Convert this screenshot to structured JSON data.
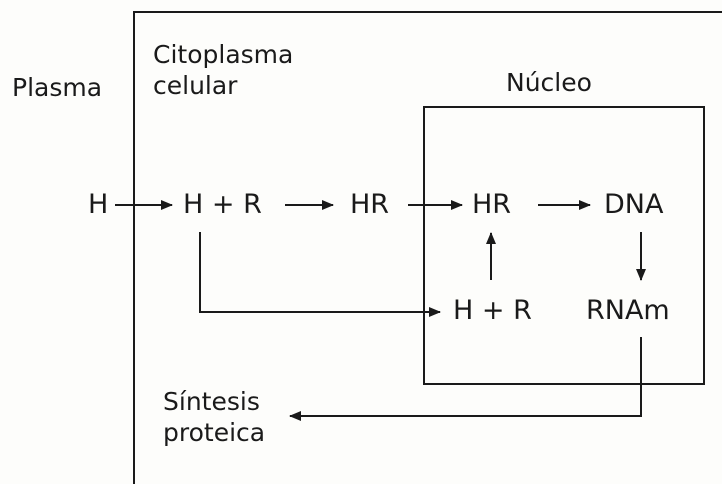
{
  "regions": {
    "plasma": "Plasma",
    "cytoplasm": "Citoplasma\ncelular",
    "nucleus": "Núcleo"
  },
  "nodes": {
    "hormone": "H",
    "cyto_hormone_receptor": "H + R",
    "cyto_complex": "HR",
    "nuclear_complex": "HR",
    "dna": "DNA",
    "nuclear_hormone_receptor": "H + R",
    "mrna": "RNAm",
    "protein_synthesis": "Síntesis\nproteica"
  },
  "colors": {
    "ink": "#1a1a1a",
    "background": "#fdfdfb"
  }
}
